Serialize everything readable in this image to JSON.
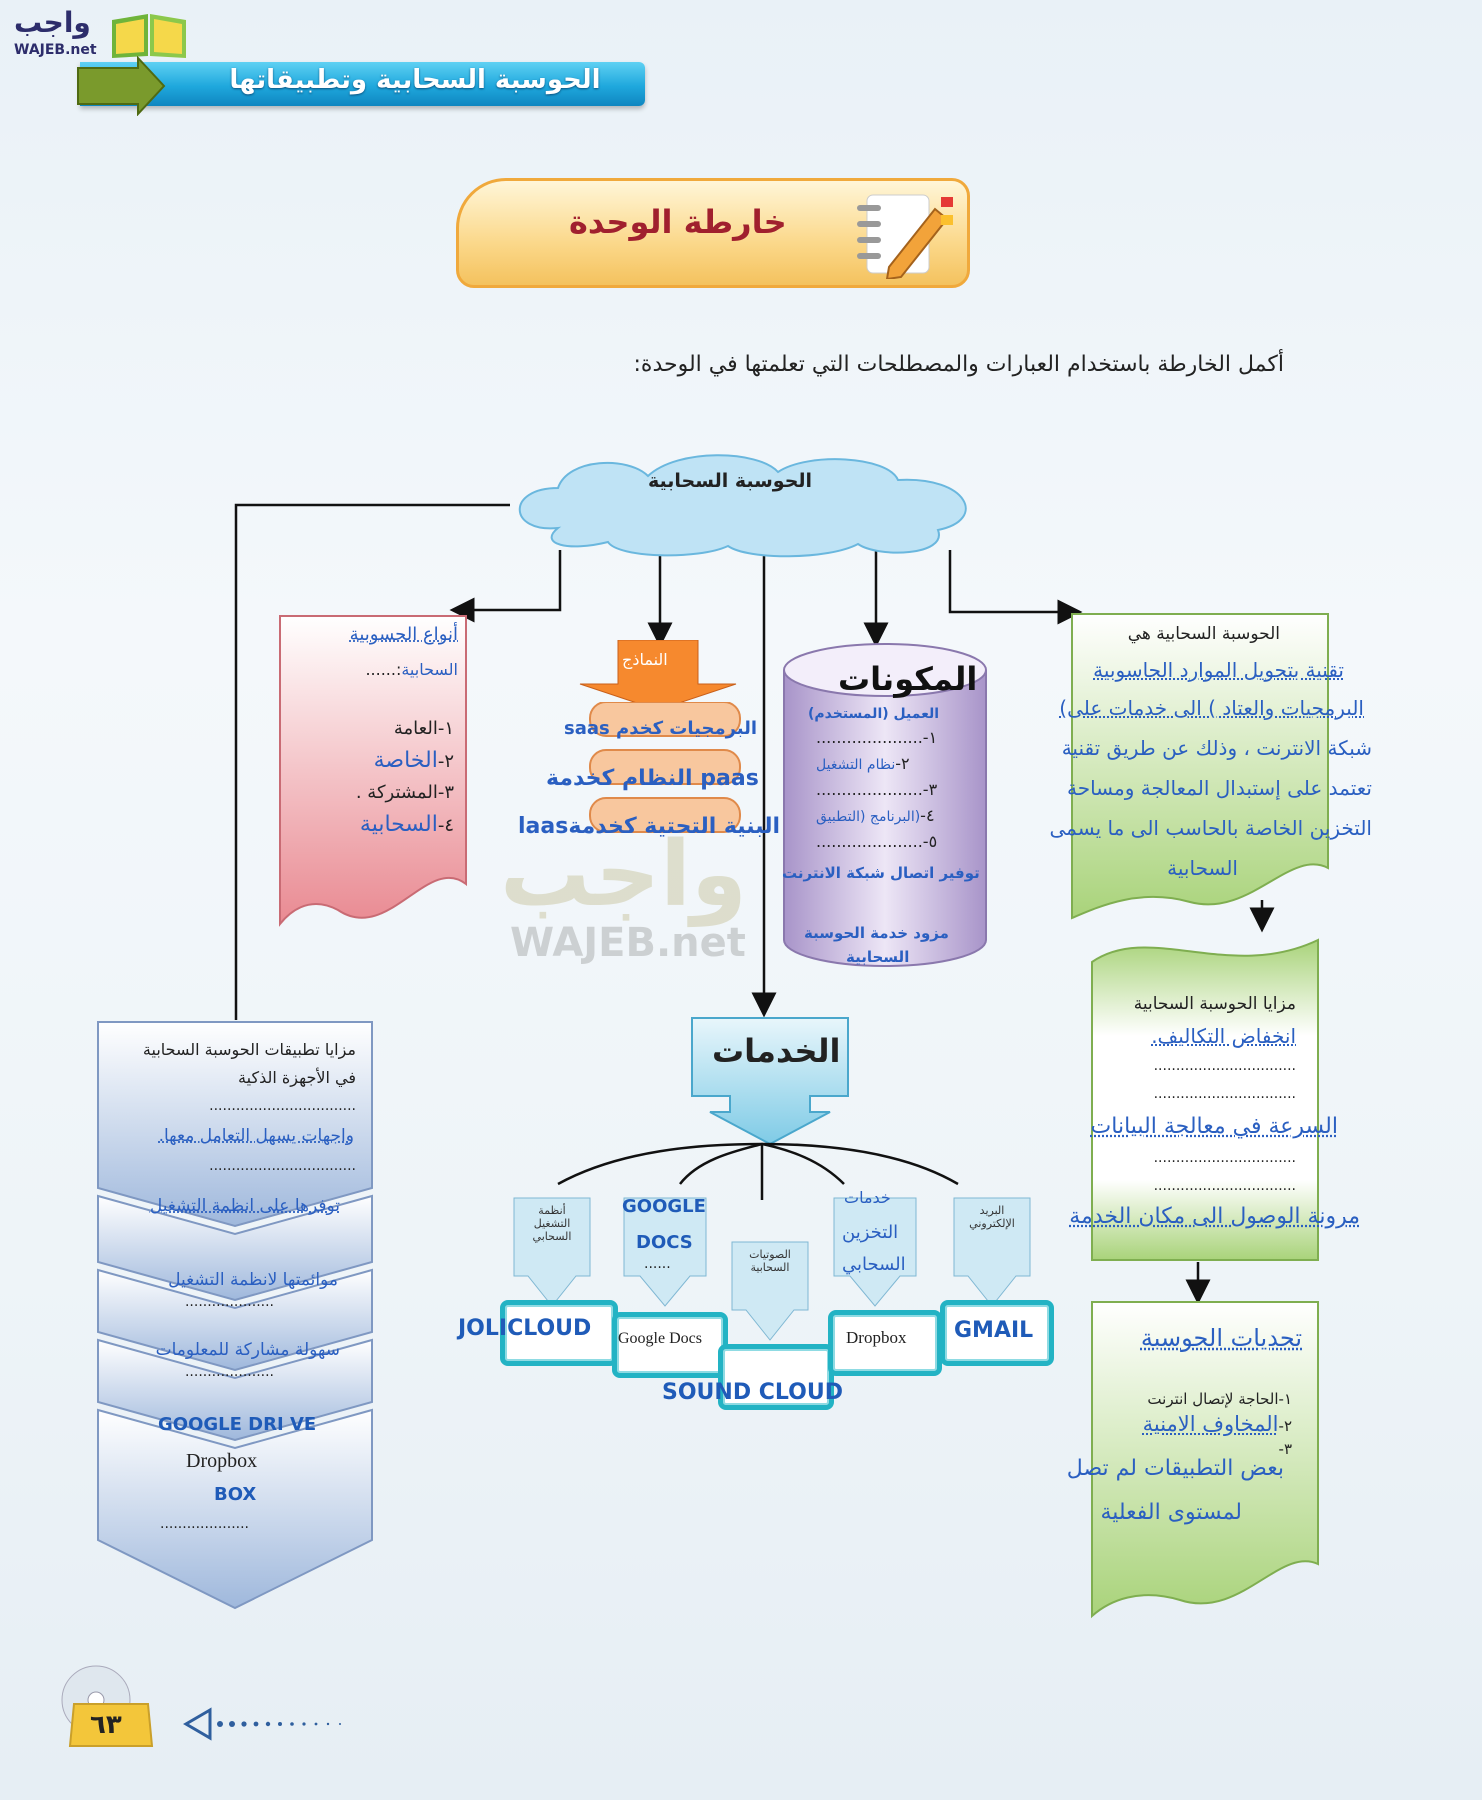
{
  "logo": {
    "text_ar": "واجب",
    "text_en": "WAJEB.net"
  },
  "header": {
    "title": "الحوسبة السحابية وتطبيقاتها"
  },
  "map_title": "خارطة الوحدة",
  "instruction": "أكمل الخارطة باستخدام العبارات والمصطلحات التي تعلمتها في الوحدة:",
  "cloud": {
    "label": "الحوسبة السحابية"
  },
  "types": {
    "heading": "أنواع الحسوبية",
    "dots_prefix": ":......",
    "subheading": "السحابية",
    "item1": "١-العامة",
    "item2_prefix": "٢-",
    "item2": "الخاصة",
    "item3": "٣-المشتركة .",
    "item4_prefix": "٤-",
    "item4": "السحابية"
  },
  "models": {
    "label": "النماذج",
    "item1": "البرمجيات كخدم saas",
    "item2": "paas النظام كخدمة",
    "item3": "البنية التحتية كخدمةlaas"
  },
  "components": {
    "title": "المكونات",
    "l1": "العميل (المستخدم)",
    "n1": "١-.....................",
    "n2_prefix": "٢-",
    "l2": "نظام التشغيل",
    "n3": "٣-.....................",
    "n4_prefix": "٤-",
    "l4": "(البرنامج (التطبيق",
    "n5": "٥-.....................",
    "l5": "توفير اتصال شبكة الانترنت",
    "l6": "مزود خدمة الحوسبة",
    "l7": "السحابية"
  },
  "definition": {
    "heading": "الحوسبة السحابية هي",
    "line1": "تقنية بتحويل الموارد الحاسوبية",
    "line2": "البرمجيات والعتاد ) الى خدمات على)",
    "line3": "شبكة الانترنت ، وذلك عن طريق تقنية",
    "line4": "تعتمد على إستبدال المعالجة ومساحة",
    "line5": "التخزين الخاصة بالحاسب الى ما يسمى",
    "line6": "السحابية"
  },
  "advantages": {
    "heading": "مزايا الحوسبة السحابية",
    "a1": "انخفاض التكاليف.",
    "a2": "السرعة في معالجة البيانات",
    "a3": "مرونة الوصول الى مكان الخدمة",
    "dots": "................................"
  },
  "challenges": {
    "heading": "تحديات الحوسبة",
    "c1": "١-الحاجة لإتصال انترنت",
    "c2_prefix": "٢-",
    "c2": "المخاوف الامنية",
    "c3_prefix": "٣-",
    "c3": "بعض التطبيقات لم تصل",
    "c4": "لمستوى الفعلية"
  },
  "smart": {
    "heading1": "مزايا تطبيقات الحوسبة السحابية",
    "heading2": "في الأجهزة الذكية",
    "dots": ".................................",
    "s1": "واجهات يسهل التعامل معها.",
    "s2": "توفرها على انظمة التشغيل",
    "s3": "موائمتها لانظمة التشغيل",
    "s4": "سهولة مشاركة للمعلومات",
    "s5": "GOOGLE DRI VE",
    "s6": "Dropbox",
    "s7": "BOX",
    "dots_short": "...................."
  },
  "services": {
    "title": "الخدمات",
    "col1": "أنظمة التشغيل السحابي",
    "col2a": "GOOGLE",
    "col2b": "DOCS",
    "col2dots": "......",
    "col3": "الصوتيات السحابية",
    "col4a": "خدمات",
    "col4b": "التخزين",
    "col4c": "السحابي",
    "col5": "البريد الإلكتروني",
    "box1": "JOLICLOUD",
    "box2": "Google Docs",
    "box3": "SOUND CLOUD",
    "box4": "Dropbox",
    "box5": "GMAIL"
  },
  "footer": {
    "page_number": "٦٣"
  },
  "colors": {
    "header_blue": "#1fa8dd",
    "handwriting_blue": "#2a5fc1",
    "title_red": "#a0202e",
    "panel_red": "#e98a92",
    "panel_green": "#a9d37a",
    "panel_purple": "#b9a6d4",
    "service_cyan": "#23b3c4"
  }
}
